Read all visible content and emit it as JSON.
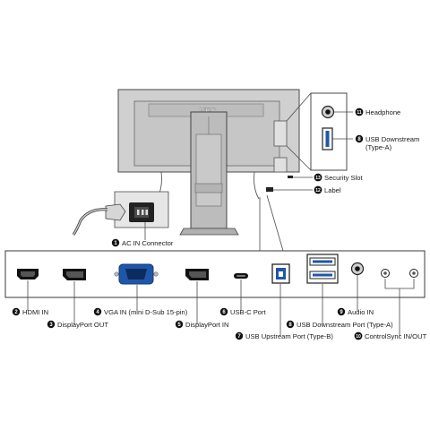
{
  "brand_logo": "NEC",
  "colors": {
    "panel": "#d4d4d4",
    "panel_dark": "#a8a8a8",
    "connector_blue": "#1f56a8",
    "line": "#4a4a4a"
  },
  "callouts": [
    {
      "num": "1",
      "label": "AC IN Connector"
    },
    {
      "num": "2",
      "label": "HDMI IN"
    },
    {
      "num": "3",
      "label": "DisplayPort OUT"
    },
    {
      "num": "4",
      "label": "VGA IN (mini D-Sub 15-pin)"
    },
    {
      "num": "5",
      "label": "DisplayPort IN"
    },
    {
      "num": "6",
      "label": "USB-C Port"
    },
    {
      "num": "7",
      "label": "USB Upstream Port (Type-B)"
    },
    {
      "num": "8",
      "label": "USB Downstream Port (Type-A)"
    },
    {
      "num": "9",
      "label": "Audio IN"
    },
    {
      "num": "10",
      "label": "ControlSync IN/OUT"
    },
    {
      "num": "11",
      "label": "Headphone"
    },
    {
      "num": "8",
      "label": "USB Downstream",
      "label2": "(Type-A)"
    },
    {
      "num": "13",
      "label": "Security Slot"
    },
    {
      "num": "12",
      "label": "Label"
    }
  ]
}
